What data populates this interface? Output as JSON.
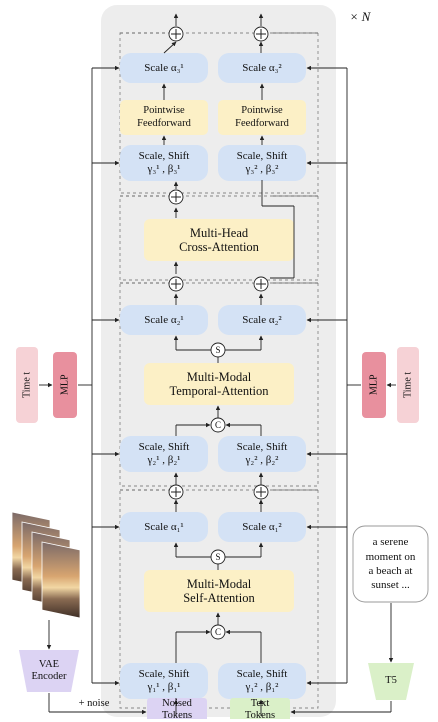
{
  "repeat_label": "× N",
  "blocks": {
    "scale_a13": "Scale α₃¹",
    "scale_a23": "Scale α₃²",
    "ff_left": [
      "Pointwise",
      "Feedforward"
    ],
    "ff_right": [
      "Pointwise",
      "Feedforward"
    ],
    "ss3_left": [
      "Scale, Shift",
      "γ₃¹ , β₃¹"
    ],
    "ss3_right": [
      "Scale, Shift",
      "γ₃² , β₃²"
    ],
    "cross_attn": [
      "Multi-Head",
      "Cross-Attention"
    ],
    "scale_a12": "Scale α₂¹",
    "scale_a22": "Scale α₂²",
    "temporal_attn": [
      "Multi-Modal",
      "Temporal-Attention"
    ],
    "ss2_left": [
      "Scale, Shift",
      "γ₂¹ , β₂¹"
    ],
    "ss2_right": [
      "Scale, Shift",
      "γ₂² , β₂²"
    ],
    "scale_a11": "Scale α₁¹",
    "scale_a21": "Scale α₁²",
    "self_attn": [
      "Multi-Modal",
      "Self-Attention"
    ],
    "ss1_left": [
      "Scale, Shift",
      "γ₁¹ , β₁¹"
    ],
    "ss1_right": [
      "Scale, Shift",
      "γ₁² , β₁²"
    ]
  },
  "ops": {
    "split": "S",
    "concat": "C"
  },
  "side": {
    "time_left": "Time t",
    "mlp_left": "MLP",
    "time_right": "Time t",
    "mlp_right": "MLP"
  },
  "inputs": {
    "vae_encoder": [
      "VAE",
      "Encoder"
    ],
    "noise_label": "+ noise",
    "noised_tokens": [
      "Noised",
      "Tokens"
    ],
    "text_tokens": [
      "Text",
      "Tokens"
    ],
    "t5": "T5",
    "prompt": [
      "a serene",
      "moment on",
      "a beach at",
      "sunset ..."
    ]
  },
  "colors": {
    "blue_block": "#d4e2f5",
    "yellow_block": "#fcf0c6",
    "pink_time": "#f6d2d6",
    "pink_mlp": "#e8909e",
    "green_box": "#daf0c8",
    "purple_box": "#dcd3f3",
    "panel": "#ededed"
  }
}
